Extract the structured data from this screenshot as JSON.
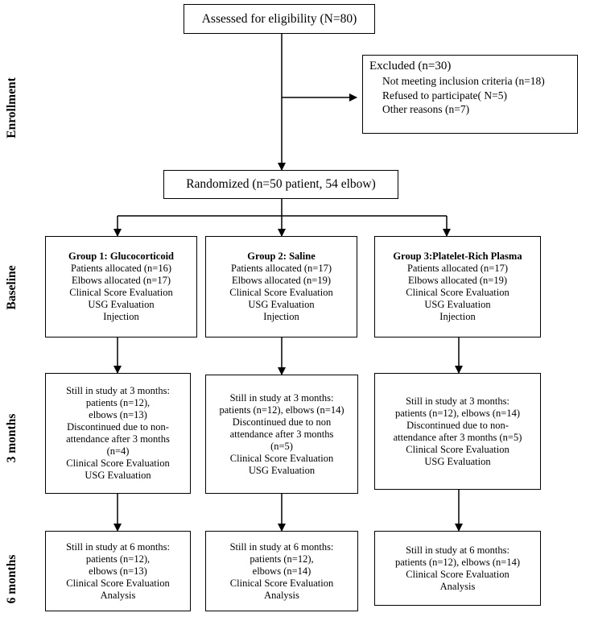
{
  "stages": {
    "enrollment": "Enrollment",
    "baseline": "Baseline",
    "three_months": "3 months",
    "six_months": "6 months"
  },
  "assessed": "Assessed for eligibility (N=80)",
  "excluded": {
    "title": "Excluded (n=30)",
    "items": [
      "Not meeting inclusion criteria (n=18)",
      "Refused to participate( N=5)",
      "Other reasons (n=7)"
    ]
  },
  "randomized": "Randomized (n=50 patient, 54 elbow)",
  "baseline": [
    {
      "title": "Group 1: Glucocorticoid",
      "lines": [
        "Patients allocated (n=16)",
        "Elbows allocated (n=17)",
        "Clinical Score Evaluation",
        "USG Evaluation",
        "Injection"
      ]
    },
    {
      "title": "Group 2: Saline",
      "lines": [
        "Patients allocated (n=17)",
        "Elbows allocated (n=19)",
        "Clinical Score Evaluation",
        "USG Evaluation",
        "Injection"
      ]
    },
    {
      "title": "Group 3:Platelet-Rich Plasma",
      "lines": [
        "Patients allocated (n=17)",
        "Elbows allocated (n=19)",
        "Clinical Score Evaluation",
        "USG Evaluation",
        "Injection"
      ]
    }
  ],
  "three_months": [
    {
      "lines": [
        "Still in study at 3 months:",
        "patients (n=12),",
        "elbows (n=13)",
        "Discontinued due to non-",
        "attendance after 3 months",
        "(n=4)",
        "Clinical Score Evaluation",
        "USG Evaluation"
      ]
    },
    {
      "lines": [
        "Still in study at 3 months:",
        "patients (n=12), elbows (n=14)",
        "Discontinued due to non",
        "attendance after 3 months",
        "(n=5)",
        "Clinical Score Evaluation",
        "USG Evaluation"
      ]
    },
    {
      "lines": [
        "Still in study at 3 months:",
        "patients (n=12), elbows (n=14)",
        "Discontinued due to non-",
        "attendance after 3 months (n=5)",
        "Clinical Score Evaluation",
        "USG Evaluation"
      ]
    }
  ],
  "six_months": [
    {
      "lines": [
        "Still in study at 6 months:",
        "patients (n=12),",
        "elbows (n=13)",
        "Clinical Score Evaluation",
        "Analysis"
      ]
    },
    {
      "lines": [
        "Still in study at 6 months:",
        "patients (n=12),",
        "elbows (n=14)",
        "Clinical Score Evaluation",
        "Analysis"
      ]
    },
    {
      "lines": [
        "Still in study at 6 months:",
        "patients (n=12), elbows (n=14)",
        "Clinical Score Evaluation",
        "Analysis"
      ]
    }
  ]
}
